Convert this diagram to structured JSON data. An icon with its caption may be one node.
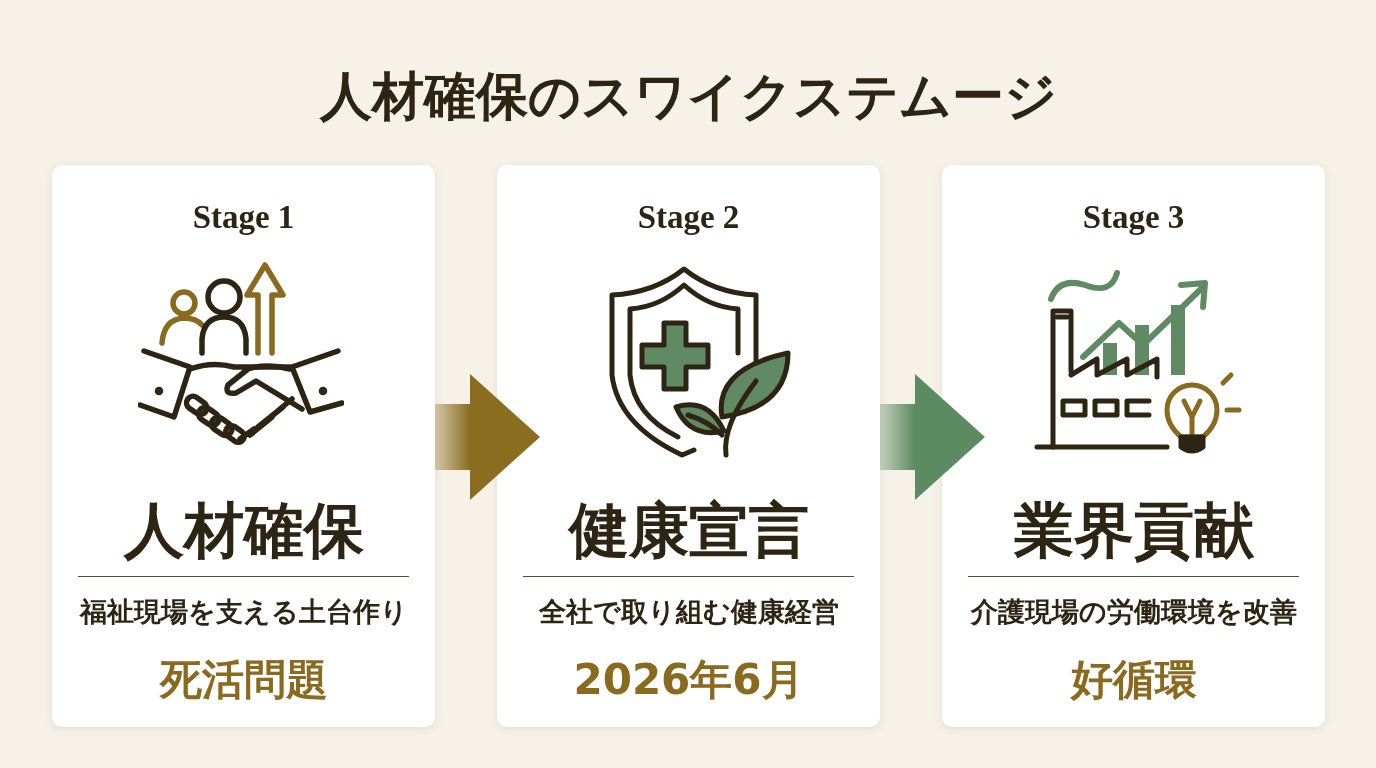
{
  "diagram": {
    "title": "人材確保のスワイクステムージ",
    "nodes": [
      {
        "text": [
          "Stage 1",
          "人材確保",
          "福祉現場を支える土台作り",
          "死活問題"
        ]
      },
      {
        "text": [
          "Stage 2",
          "健康宣言",
          "全社で取り組む健康経営",
          "2026年6月"
        ]
      },
      {
        "text": [
          "Stage 3",
          "業界貢献",
          "介護現場の労働環境を改善",
          "好循環"
        ]
      }
    ],
    "edges": [
      {
        "from": 0,
        "to": 1,
        "arrow": "to",
        "color": "#8a6d1f"
      },
      {
        "from": 1,
        "to": 2,
        "arrow": "to",
        "color": "#5c8a61"
      }
    ]
  }
}
